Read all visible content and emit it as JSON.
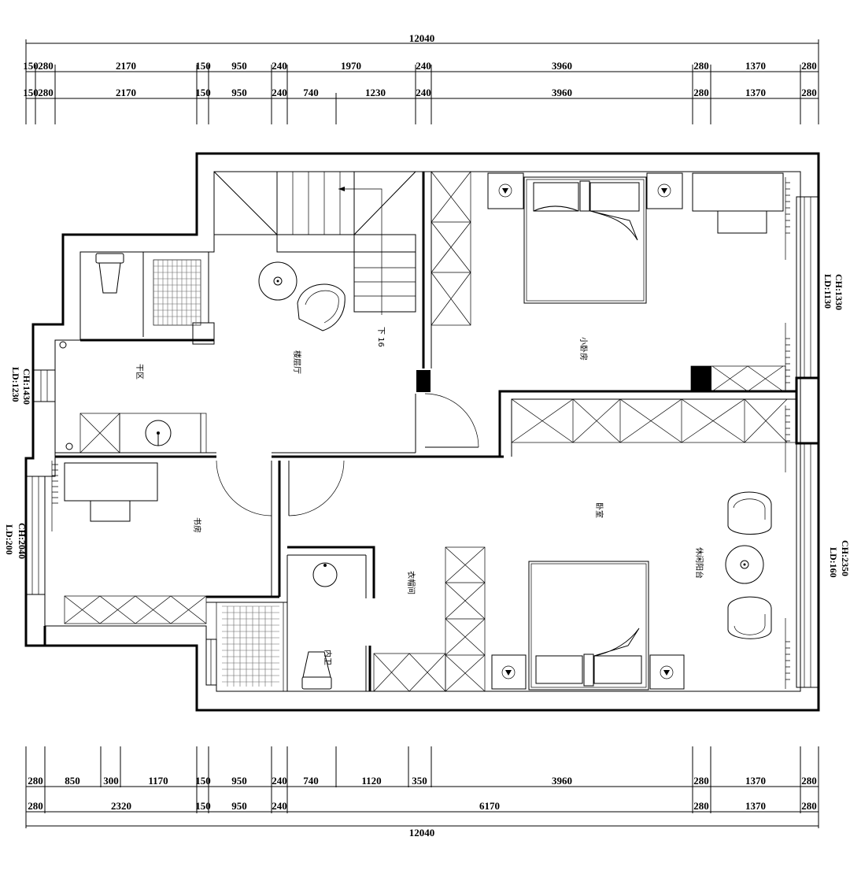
{
  "dimensions": {
    "top_total": "12040",
    "top_row1": [
      "150",
      "280",
      "2170",
      "150",
      "950",
      "240",
      "1970",
      "240",
      "3960",
      "280",
      "1370",
      "280"
    ],
    "top_row2": [
      "150",
      "280",
      "2170",
      "150",
      "950",
      "240",
      "740",
      "1230",
      "240",
      "3960",
      "280",
      "1370",
      "280"
    ],
    "bottom_row1": [
      "280",
      "850",
      "300",
      "1170",
      "150",
      "950",
      "240",
      "740",
      "1120",
      "350",
      "3960",
      "280",
      "1370",
      "280"
    ],
    "bottom_row2": [
      "280",
      "2320",
      "150",
      "950",
      "240",
      "6170",
      "280",
      "1370",
      "280"
    ],
    "bottom_total": "12040"
  },
  "rooms": {
    "dry_area": "干区",
    "stair_hall": "楼层厅",
    "stair_down": "下 16",
    "small_bedroom": "小卧房",
    "study": "书房",
    "bedroom": "卧室",
    "closet": "衣帽间",
    "en_suite": "内卫",
    "leisure_balcony": "休闲阳台"
  },
  "window_labels": {
    "right_upper_ch": "CH:1330",
    "right_upper_ld": "LD:1130",
    "left_upper_ch": "CH:1430",
    "left_upper_ld": "LD:1230",
    "left_lower_ch": "CH:2040",
    "left_lower_ld": "LD:200",
    "right_lower_ch": "CH:2350",
    "right_lower_ld": "LD:160"
  }
}
